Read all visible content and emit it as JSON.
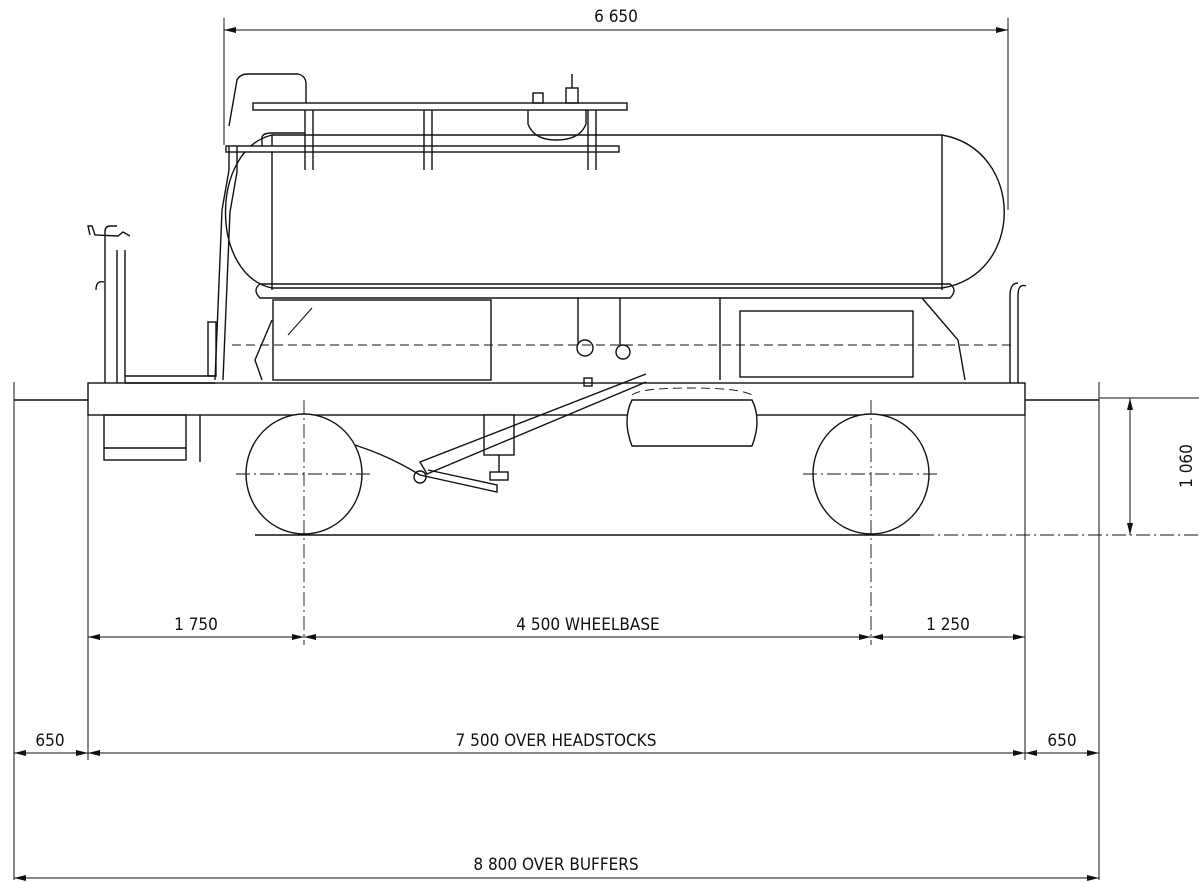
{
  "dimensions": {
    "tank_length": "6 650",
    "overhang_left": "1 750",
    "wheelbase": "4 500 WHEELBASE",
    "overhang_right": "1 250",
    "buffer_left": "650",
    "over_headstocks": "7 500 OVER HEADSTOCKS",
    "buffer_right": "650",
    "over_buffers": "8 800 OVER BUFFERS",
    "height": "1 060"
  }
}
